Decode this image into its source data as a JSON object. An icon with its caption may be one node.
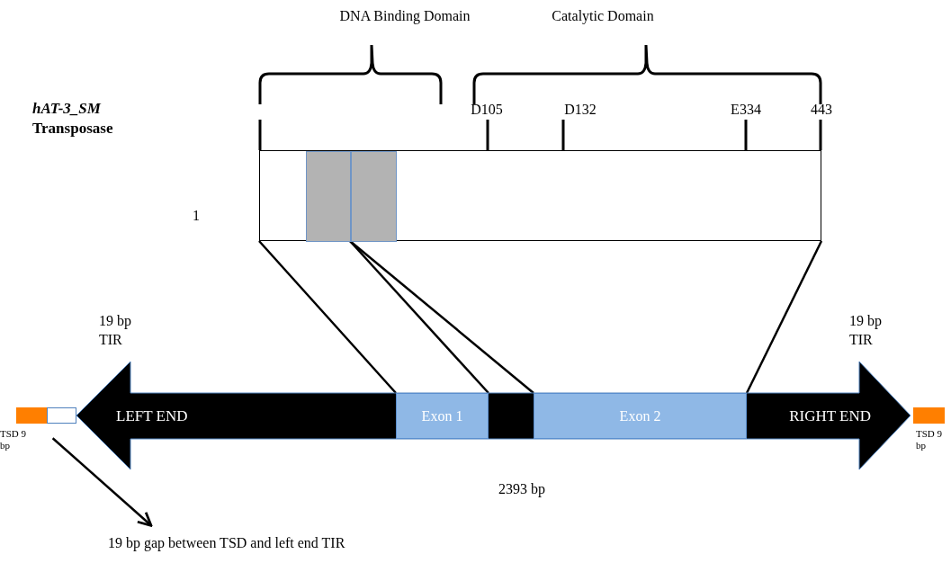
{
  "diagram": {
    "nodes": [
      {
        "text": [],
        "shape": "box"
      },
      {
        "text": [],
        "shape": "box",
        "in": 0
      },
      {
        "text": [],
        "shape": "box",
        "in": 0
      },
      {
        "text": [
          "LEFT END",
          "RIGHT END"
        ],
        "beside": [
          "2393 bp"
        ]
      },
      {
        "text": [
          "Exon 1"
        ],
        "in": 3
      },
      {
        "text": [
          "Exon 2"
        ],
        "in": 3
      },
      {
        "text": [],
        "shape": "box",
        "beside": [
          "TSD 9 bp"
        ]
      },
      {
        "text": [],
        "shape": "box"
      },
      {
        "text": [],
        "shape": "box",
        "beside": [
          "TSD 9 bp"
        ]
      },
      {
        "text": [
          "19 bp gap between TSD and left end TIR"
        ]
      }
    ],
    "edges": [
      {
        "from": 0,
        "to": 4,
        "arrow": "none"
      },
      {
        "from": 2,
        "to": 4,
        "arrow": "none"
      },
      {
        "from": 2,
        "to": 5,
        "arrow": "none"
      },
      {
        "from": 0,
        "to": 5,
        "arrow": "none"
      },
      {
        "from": 7,
        "to": 9,
        "arrow": "to"
      }
    ],
    "labels": [
      "DNA Binding Domain",
      "Catalytic Domain",
      "*hAT-3_SM* Transposase",
      "D105",
      "D132",
      "E334",
      "443",
      "1",
      "19 bp TIR",
      "19 bp TIR"
    ]
  }
}
